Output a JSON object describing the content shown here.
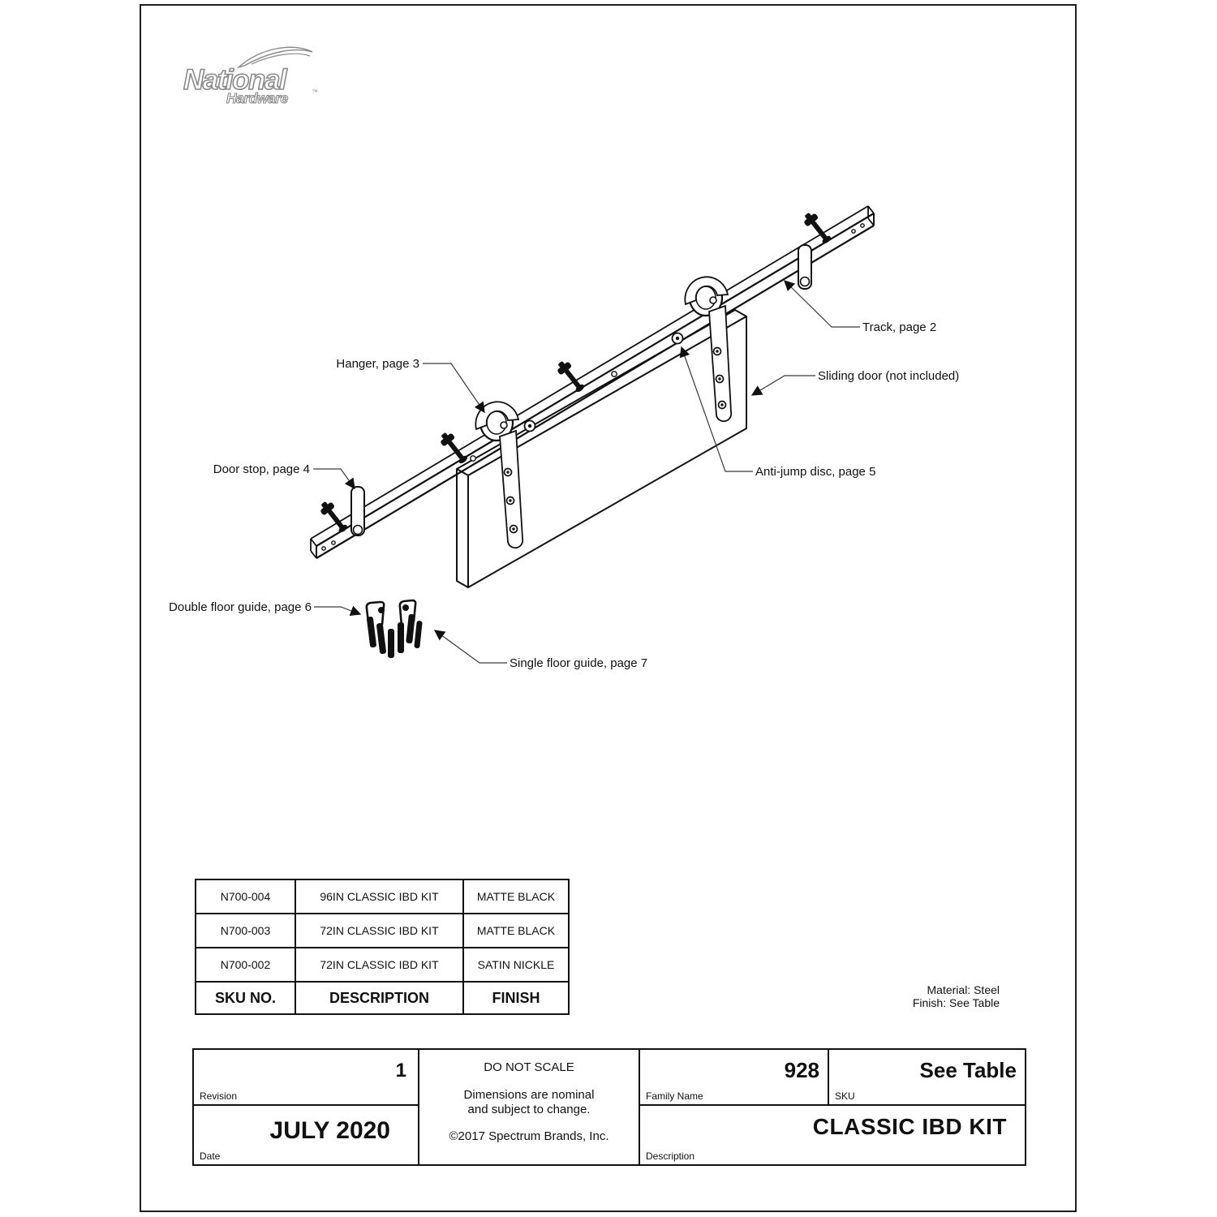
{
  "colors": {
    "ink": "#111111",
    "leader": "#3a3a3a",
    "logo_outline": "#8a8a8a"
  },
  "logo": {
    "name": "National",
    "sub": "Hardware",
    "tm": "™"
  },
  "diagram": {
    "callouts": [
      {
        "id": "track",
        "label": "Track, page 2"
      },
      {
        "id": "hanger",
        "label": "Hanger, page 3"
      },
      {
        "id": "sliding-door",
        "label": "Sliding door (not included)"
      },
      {
        "id": "door-stop",
        "label": "Door stop, page 4"
      },
      {
        "id": "anti-jump-disc",
        "label": "Anti-jump disc, page 5"
      },
      {
        "id": "double-floor-guide",
        "label": "Double floor guide, page 6"
      },
      {
        "id": "single-floor-guide",
        "label": "Single floor guide, page 7"
      }
    ]
  },
  "sku_table": {
    "rows": [
      [
        "N700-004",
        "96IN CLASSIC IBD KIT",
        "MATTE BLACK"
      ],
      [
        "N700-003",
        "72IN CLASSIC IBD KIT",
        "MATTE BLACK"
      ],
      [
        "N700-002",
        "72IN CLASSIC IBD KIT",
        "SATIN NICKLE"
      ]
    ],
    "header": [
      "SKU NO.",
      "DESCRIPTION",
      "FINISH"
    ]
  },
  "material_note": {
    "line1": "Material: Steel",
    "line2": "Finish: See Table"
  },
  "title_block": {
    "revision_value": "1",
    "revision_label": "Revision",
    "date_value": "JULY 2020",
    "date_label": "Date",
    "scale_note": "DO NOT SCALE",
    "nominal_line1": "Dimensions are nominal",
    "nominal_line2": "and subject to change.",
    "copyright": "©2017 Spectrum Brands, Inc.",
    "family_value": "928",
    "family_label": "Family Name",
    "sku_value": "See Table",
    "sku_label": "SKU",
    "description_value": "CLASSIC IBD KIT",
    "description_label": "Description"
  }
}
